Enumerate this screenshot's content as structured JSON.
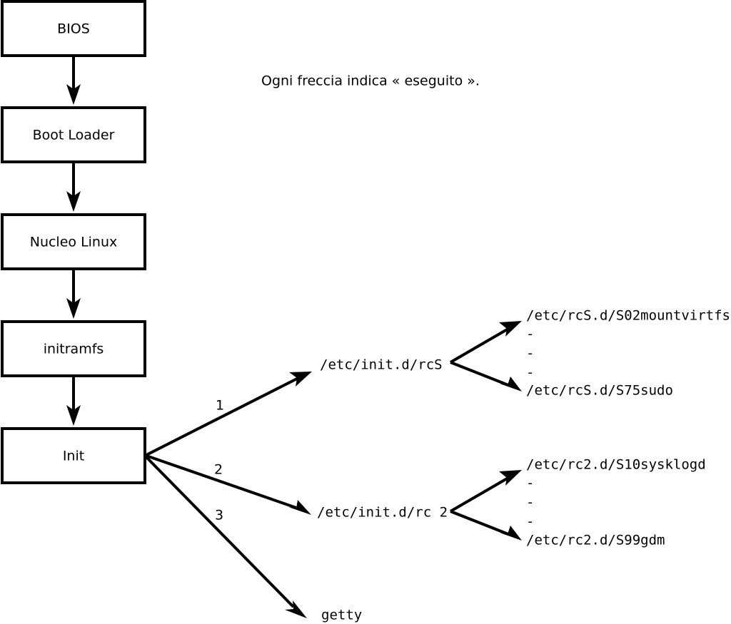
{
  "diagram": {
    "caption": "Ogni freccia indica « eseguito ».",
    "chain_nodes": [
      {
        "label": "BIOS"
      },
      {
        "label": "Boot Loader"
      },
      {
        "label": "Nucleo Linux"
      },
      {
        "label": "initramfs"
      },
      {
        "label": "Init"
      }
    ],
    "branches": [
      {
        "number": "1",
        "target": "/etc/init.d/rcS"
      },
      {
        "number": "2",
        "target": "/etc/init.d/rc 2"
      },
      {
        "number": "3",
        "target": "getty"
      }
    ],
    "rcs_scripts": {
      "first": "/etc/rcS.d/S02mountvirtfs",
      "ellipsis": [
        "-",
        "-",
        "-"
      ],
      "last": "/etc/rcS.d/S75sudo"
    },
    "rc2_scripts": {
      "first": "/etc/rc2.d/S10sysklogd",
      "ellipsis": [
        "-",
        "-",
        "-"
      ],
      "last": "/etc/rc2.d/S99gdm"
    },
    "colors": {
      "stroke": "#000000",
      "fill": "#ffffff",
      "background": "#ffffff"
    }
  }
}
